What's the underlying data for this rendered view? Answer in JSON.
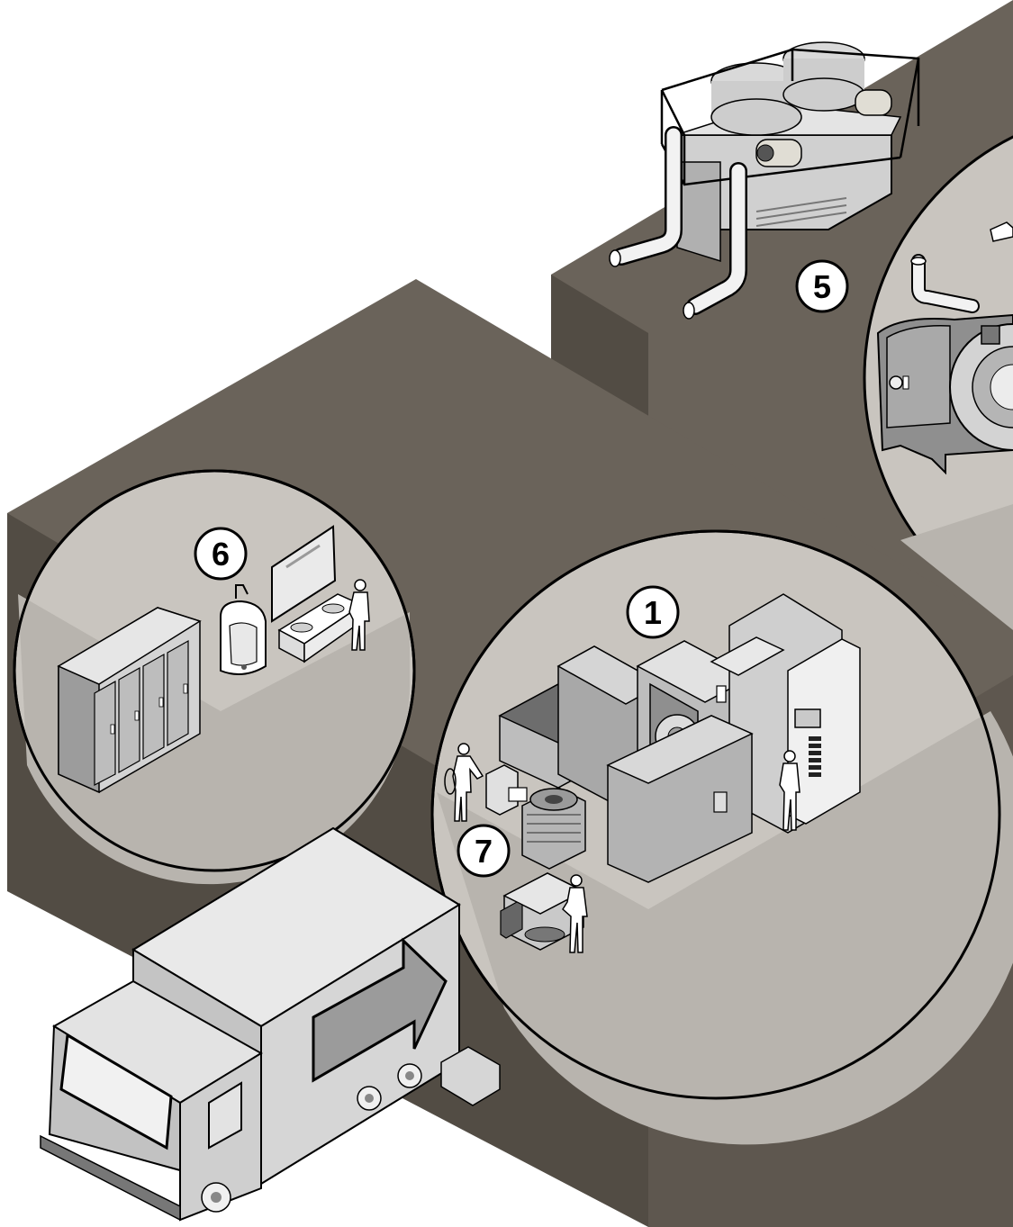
{
  "diagram": {
    "callouts": [
      {
        "id": "1",
        "label": "1"
      },
      {
        "id": "5",
        "label": "5"
      },
      {
        "id": "6",
        "label": "6"
      },
      {
        "id": "7",
        "label": "7"
      }
    ]
  },
  "colors": {
    "block_top": "#6a635a",
    "block_side_dark": "#524c44",
    "block_side_mid": "#5e574f",
    "spot_light": "#c9c5bf",
    "spot_floor": "#b8b4ae",
    "machine_light": "#e6e6e6",
    "machine_mid": "#bdbdbd",
    "machine_dark": "#8f8f8f",
    "truck_body": "#d9d9d9",
    "outline": "#000000"
  }
}
